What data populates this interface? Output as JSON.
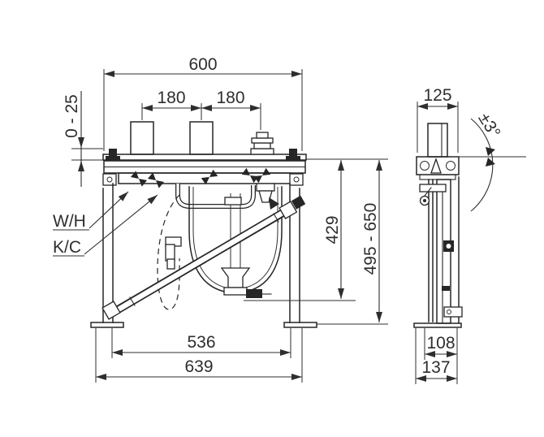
{
  "drawing": {
    "type": "technical-dimension-drawing",
    "background": "#ffffff",
    "line_color": "#262626",
    "front": {
      "dim_total_width": "600",
      "dim_tap_pitch_left": "180",
      "dim_tap_pitch_right": "180",
      "dim_top_adjustment": "0 - 25",
      "label_warm_water": "W/H",
      "label_cold_water": "K/C",
      "dim_drain_height": "429",
      "dim_height_range": "495 - 650",
      "dim_leg_span": "536",
      "dim_overall_width": "639"
    },
    "side": {
      "dim_top_depth": "125",
      "dim_tilt": "±3°",
      "dim_base_depth_inner": "108",
      "dim_base_depth_outer": "137"
    }
  }
}
